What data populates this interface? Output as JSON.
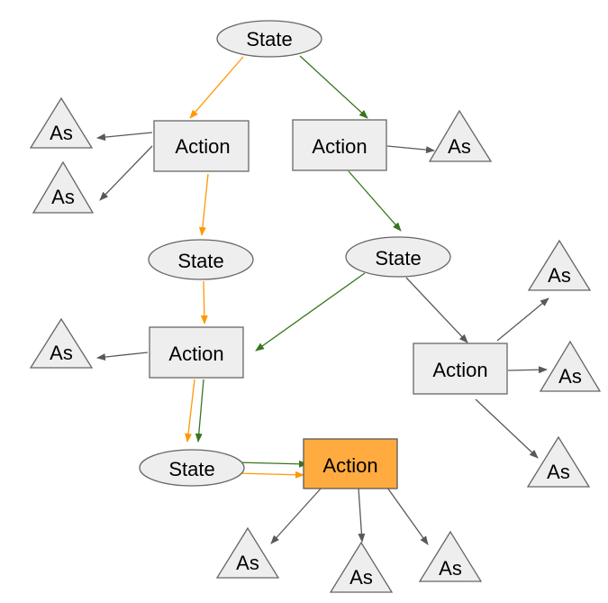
{
  "colors": {
    "node_fill": "#eeeeee",
    "node_stroke": "#666666",
    "highlight_fill": "#ffab40",
    "edge_gray": "#595959",
    "edge_orange": "#ff9900",
    "edge_green": "#38761d"
  },
  "labels": {
    "state": "State",
    "action": "Action",
    "as": "As"
  },
  "nodes": [
    {
      "id": "s1",
      "type": "state",
      "label": "State"
    },
    {
      "id": "a1",
      "type": "action",
      "label": "Action"
    },
    {
      "id": "a2",
      "type": "action",
      "label": "Action"
    },
    {
      "id": "t1",
      "type": "as",
      "label": "As"
    },
    {
      "id": "t2",
      "type": "as",
      "label": "As"
    },
    {
      "id": "t3",
      "type": "as",
      "label": "As"
    },
    {
      "id": "s2",
      "type": "state",
      "label": "State"
    },
    {
      "id": "s3",
      "type": "state",
      "label": "State"
    },
    {
      "id": "a3",
      "type": "action",
      "label": "Action"
    },
    {
      "id": "t4",
      "type": "as",
      "label": "As"
    },
    {
      "id": "a4",
      "type": "action",
      "label": "Action"
    },
    {
      "id": "t5",
      "type": "as",
      "label": "As"
    },
    {
      "id": "t6",
      "type": "as",
      "label": "As"
    },
    {
      "id": "t7",
      "type": "as",
      "label": "As"
    },
    {
      "id": "s4",
      "type": "state",
      "label": "State"
    },
    {
      "id": "a5",
      "type": "action",
      "label": "Action",
      "highlight": true
    },
    {
      "id": "t8",
      "type": "as",
      "label": "As"
    },
    {
      "id": "t9",
      "type": "as",
      "label": "As"
    },
    {
      "id": "t10",
      "type": "as",
      "label": "As"
    }
  ],
  "edges": [
    {
      "from": "s1",
      "to": "a1",
      "color": "orange"
    },
    {
      "from": "s1",
      "to": "a2",
      "color": "green"
    },
    {
      "from": "a1",
      "to": "t1",
      "color": "gray"
    },
    {
      "from": "a1",
      "to": "t2",
      "color": "gray"
    },
    {
      "from": "a2",
      "to": "t3",
      "color": "gray"
    },
    {
      "from": "a1",
      "to": "s2",
      "color": "orange"
    },
    {
      "from": "a2",
      "to": "s3",
      "color": "green"
    },
    {
      "from": "s2",
      "to": "a3",
      "color": "orange"
    },
    {
      "from": "s3",
      "to": "a3",
      "color": "green"
    },
    {
      "from": "s3",
      "to": "a4",
      "color": "gray"
    },
    {
      "from": "a3",
      "to": "t4",
      "color": "gray"
    },
    {
      "from": "a4",
      "to": "t5",
      "color": "gray"
    },
    {
      "from": "a4",
      "to": "t6",
      "color": "gray"
    },
    {
      "from": "a4",
      "to": "t7",
      "color": "gray"
    },
    {
      "from": "a3",
      "to": "s4",
      "color": "orange"
    },
    {
      "from": "a3",
      "to": "s4",
      "color": "green"
    },
    {
      "from": "s4",
      "to": "a5",
      "color": "green"
    },
    {
      "from": "s4",
      "to": "a5",
      "color": "orange"
    },
    {
      "from": "a5",
      "to": "t8",
      "color": "gray"
    },
    {
      "from": "a5",
      "to": "t9",
      "color": "gray"
    },
    {
      "from": "a5",
      "to": "t10",
      "color": "gray"
    }
  ]
}
